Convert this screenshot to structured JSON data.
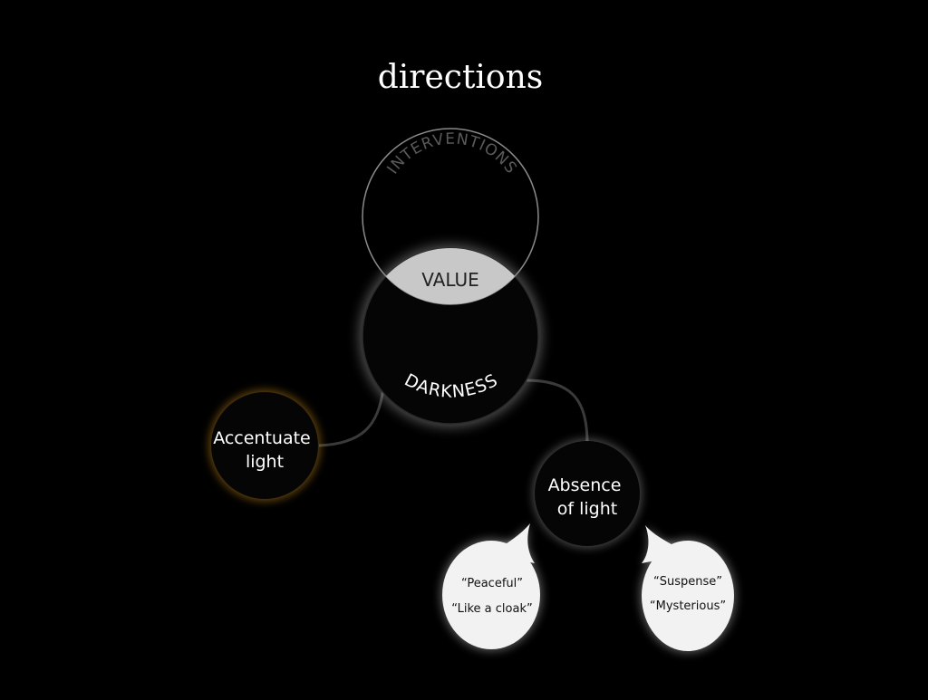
{
  "slide": {
    "title": "directions"
  },
  "diagram": {
    "interventions_label": "INTERVENTIONS",
    "value_label": "VALUE",
    "darkness_label": "DARKNESS",
    "accentuate": {
      "line1": "Accentuate",
      "line2": "light"
    },
    "absence": {
      "line1": "Absence",
      "line2": "of light"
    },
    "bubble_left": {
      "quote1": "“Peaceful”",
      "quote2": "“Like a cloak”"
    },
    "bubble_right": {
      "quote1": "“Suspense”",
      "quote2": "“Mysterious”"
    }
  },
  "colors": {
    "background": "#000000",
    "title_text": "#ffffff",
    "outline": "#8a8a8a",
    "interventions_text": "#5a5a5a",
    "value_fill": "#c8c8c8",
    "value_text": "#222222",
    "node_fill": "#050505",
    "node_glow": "#ffffff",
    "accent_glow": "#c88a1e",
    "bubble_fill": "#f2f2f2",
    "bubble_text": "#111111"
  }
}
